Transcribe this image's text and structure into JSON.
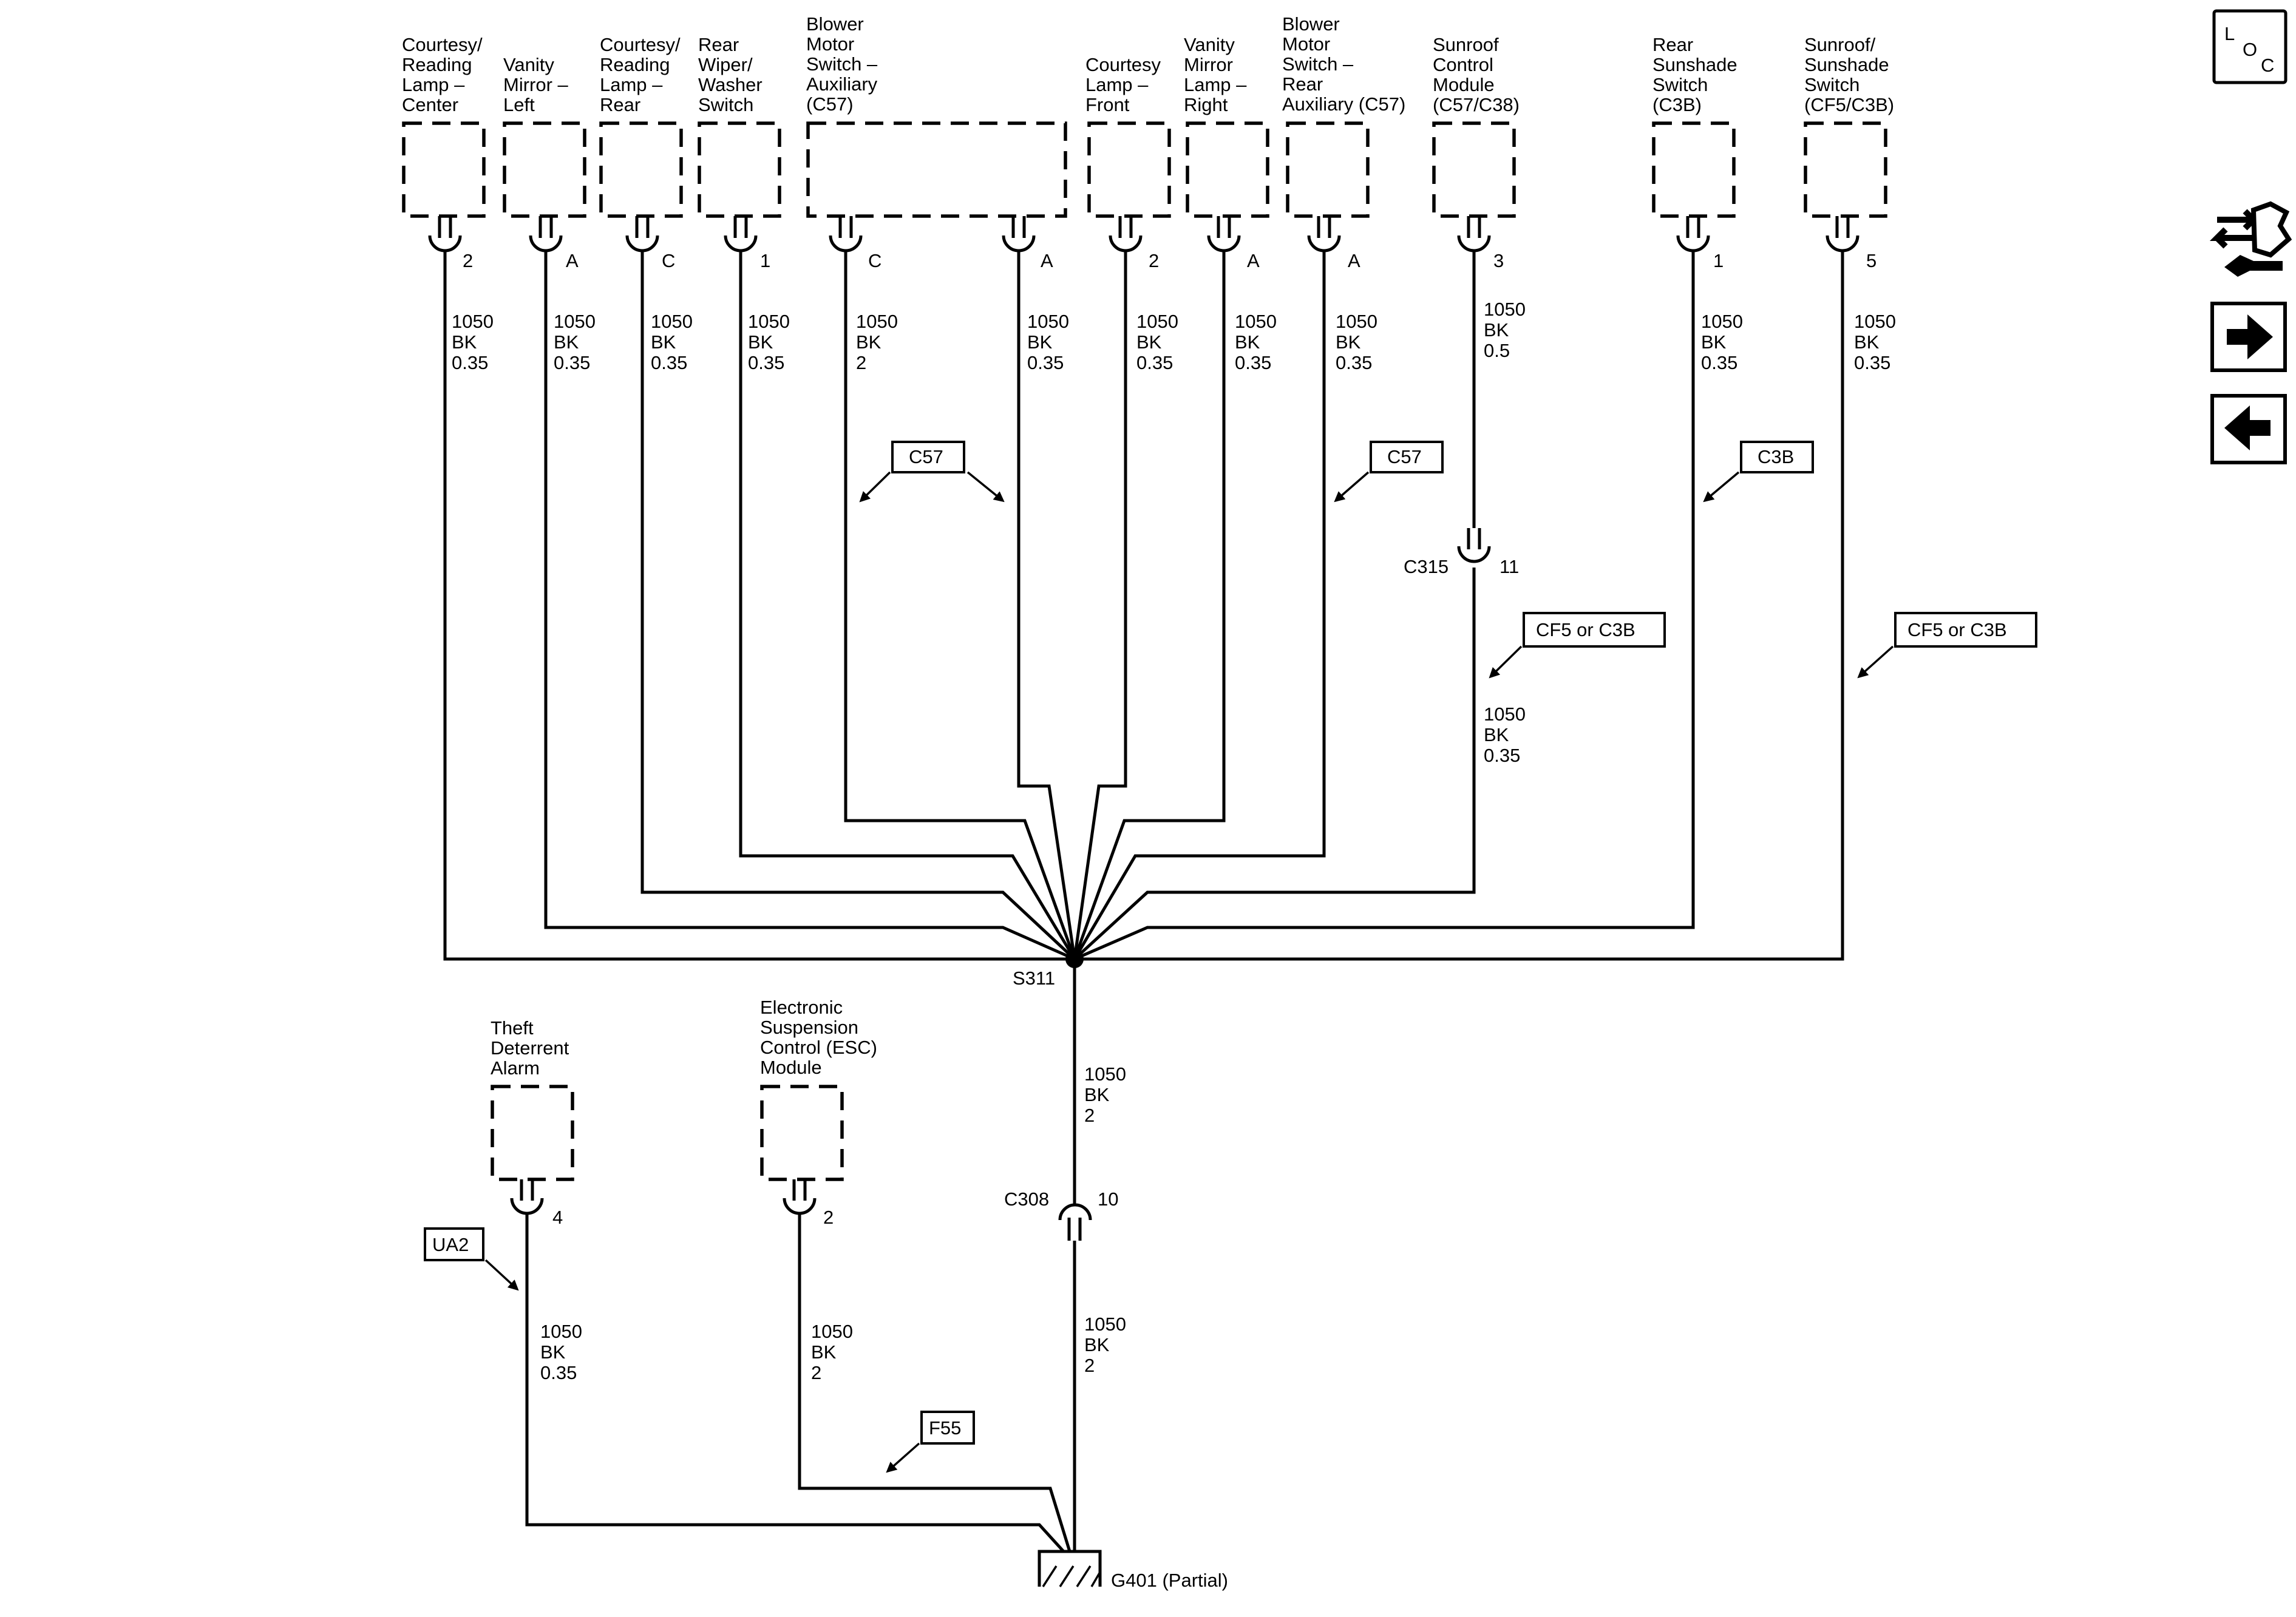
{
  "components": [
    {
      "id": "crl-center",
      "lines": [
        "Courtesy/",
        "Reading",
        "Lamp –",
        "Center"
      ],
      "pin": "2",
      "wire": [
        "1050",
        "BK",
        "0.35"
      ]
    },
    {
      "id": "vml-left",
      "lines": [
        "Vanity",
        "Mirror –",
        "Left"
      ],
      "pin": "A",
      "wire": [
        "1050",
        "BK",
        "0.35"
      ]
    },
    {
      "id": "crl-rear",
      "lines": [
        "Courtesy/",
        "Reading",
        "Lamp –",
        "Rear"
      ],
      "pin": "C",
      "wire": [
        "1050",
        "BK",
        "0.35"
      ]
    },
    {
      "id": "rear-wiper",
      "lines": [
        "Rear",
        "Wiper/",
        "Washer",
        "Switch"
      ],
      "pin": "1",
      "wire": [
        "1050",
        "BK",
        "0.35"
      ]
    },
    {
      "id": "blower-aux",
      "lines": [
        "Blower",
        "Motor",
        "Switch –",
        "Auxiliary",
        "(C57)"
      ],
      "pins": [
        "C",
        "A"
      ],
      "wires": [
        [
          "1050",
          "BK",
          "2"
        ],
        [
          "1050",
          "BK",
          "0.35"
        ]
      ]
    },
    {
      "id": "cl-front",
      "lines": [
        "Courtesy",
        "Lamp –",
        "Front"
      ],
      "pin": "2",
      "wire": [
        "1050",
        "BK",
        "0.35"
      ]
    },
    {
      "id": "vml-right",
      "lines": [
        "Vanity",
        "Mirror",
        "Lamp –",
        "Right"
      ],
      "pin": "A",
      "wire": [
        "1050",
        "BK",
        "0.35"
      ]
    },
    {
      "id": "blower-rear-aux",
      "lines": [
        "Blower",
        "Motor",
        "Switch –",
        "Rear",
        "Auxiliary (C57)"
      ],
      "pin": "A",
      "wire": [
        "1050",
        "BK",
        "0.35"
      ]
    },
    {
      "id": "sunroof-ctrl",
      "lines": [
        "Sunroof",
        "Control",
        "Module",
        "(C57/C38)"
      ],
      "pin": "3",
      "wire": [
        "1050",
        "BK",
        "0.5"
      ]
    },
    {
      "id": "rear-sunshade",
      "lines": [
        "Rear",
        "Sunshade",
        "Switch",
        "(C3B)"
      ],
      "pin": "1",
      "wire": [
        "1050",
        "BK",
        "0.35"
      ]
    },
    {
      "id": "sunroof-sunshade",
      "lines": [
        "Sunroof/",
        "Sunshade",
        "Switch",
        "(CF5/C3B)"
      ],
      "pin": "5",
      "wire": [
        "1050",
        "BK",
        "0.35"
      ]
    },
    {
      "id": "theft-alarm",
      "lines": [
        "Theft",
        "Deterrent",
        "Alarm"
      ],
      "pin": "4",
      "wire": [
        "1050",
        "BK",
        "0.35"
      ]
    },
    {
      "id": "esc-module",
      "lines": [
        "Electronic",
        "Suspension",
        "Control (ESC)",
        "Module"
      ],
      "pin": "2",
      "wire": [
        "1050",
        "BK",
        "2"
      ]
    }
  ],
  "option_tags": {
    "c57": "C57",
    "c3b": "C3B",
    "cf5_c3b": "CF5 or C3B",
    "ua2": "UA2",
    "f55": "F55"
  },
  "connectors": {
    "c315": {
      "name": "C315",
      "pin": "11",
      "wire": [
        "1050",
        "BK",
        "0.35"
      ]
    },
    "c308": {
      "name": "C308",
      "pin": "10",
      "wire_above": [
        "1050",
        "BK",
        "2"
      ],
      "wire_below": [
        "1050",
        "BK",
        "2"
      ]
    }
  },
  "splice": {
    "name": "S311"
  },
  "ground": {
    "name": "G401 (Partial)"
  },
  "nav": {
    "loc": [
      "L",
      "O",
      "C"
    ],
    "icons": [
      "connector-tool-icon",
      "right-arrow-icon",
      "left-arrow-icon"
    ]
  }
}
